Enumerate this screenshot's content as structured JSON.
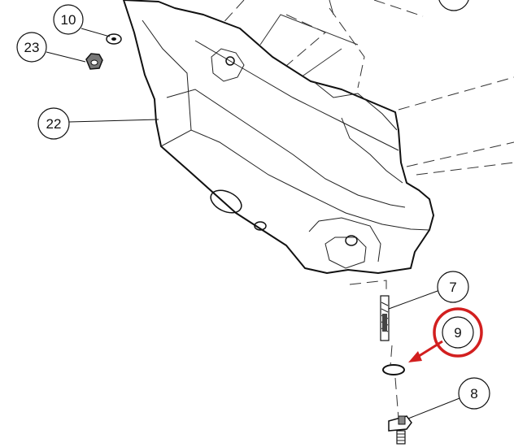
{
  "callouts": [
    {
      "id": "c10",
      "label": "10"
    },
    {
      "id": "c23",
      "label": "23"
    },
    {
      "id": "c22",
      "label": "22"
    },
    {
      "id": "c7",
      "label": "7"
    },
    {
      "id": "c9",
      "label": "9"
    },
    {
      "id": "c8",
      "label": "8"
    }
  ],
  "highlight": {
    "callout": "9",
    "color": "#d21f1f"
  },
  "colors": {
    "line": "#111111",
    "highlight": "#d21f1f",
    "background": "#ffffff"
  }
}
